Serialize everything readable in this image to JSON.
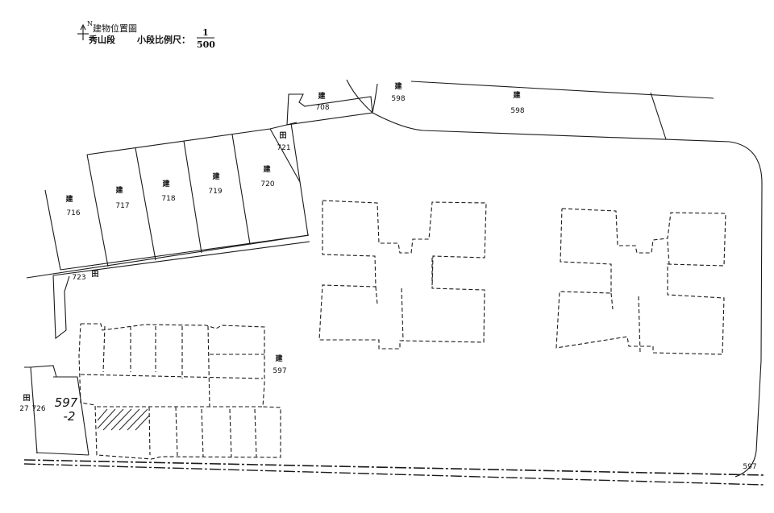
{
  "header": {
    "north": "N",
    "title": "建物位置圖",
    "section": "秀山段",
    "scale_label": "小段比例尺：",
    "scale_num": "1",
    "scale_den": "500"
  },
  "parcels": [
    {
      "id": "716",
      "type": "建"
    },
    {
      "id": "717",
      "type": "建"
    },
    {
      "id": "718",
      "type": "建"
    },
    {
      "id": "719",
      "type": "建"
    },
    {
      "id": "720",
      "type": "建"
    },
    {
      "id": "721",
      "type": "田"
    },
    {
      "id": "708",
      "type": "建"
    },
    {
      "id": "598",
      "type": "建"
    },
    {
      "id": "598",
      "type": "建"
    },
    {
      "id": "723",
      "type": "田"
    },
    {
      "id": "597",
      "type": "建"
    },
    {
      "id": "726",
      "type": "田"
    },
    {
      "id": "27",
      "type": ""
    },
    {
      "id": "597",
      "type": ""
    }
  ],
  "handwritten": {
    "line1": "597",
    "line2": "-2"
  }
}
